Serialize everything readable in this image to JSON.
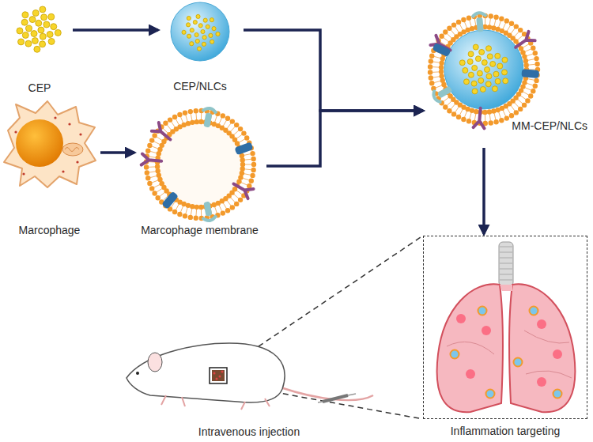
{
  "diagram": {
    "nodes": [
      {
        "text": [
          "CEP"
        ]
      },
      {
        "text": [
          "CEP/NLCs"
        ]
      },
      {
        "text": [
          "MM-CEP/NLCs"
        ]
      },
      {
        "text": [
          "Marcophage"
        ]
      },
      {
        "text": [
          "Marcophage membrane"
        ]
      },
      {
        "text": [
          "Intravenous injection"
        ]
      },
      {
        "text": [
          "Inflammation targeting"
        ]
      }
    ],
    "edges": [
      {
        "from": 0,
        "to": 1,
        "arrow": "to"
      },
      {
        "from": 1,
        "to": 2,
        "arrow": "to"
      },
      {
        "from": 3,
        "to": 4,
        "arrow": "to"
      },
      {
        "from": 4,
        "to": 2,
        "arrow": "to"
      },
      {
        "from": 2,
        "to": 6,
        "arrow": "to"
      },
      {
        "from": 5,
        "to": 6,
        "arrow": "none"
      }
    ]
  }
}
